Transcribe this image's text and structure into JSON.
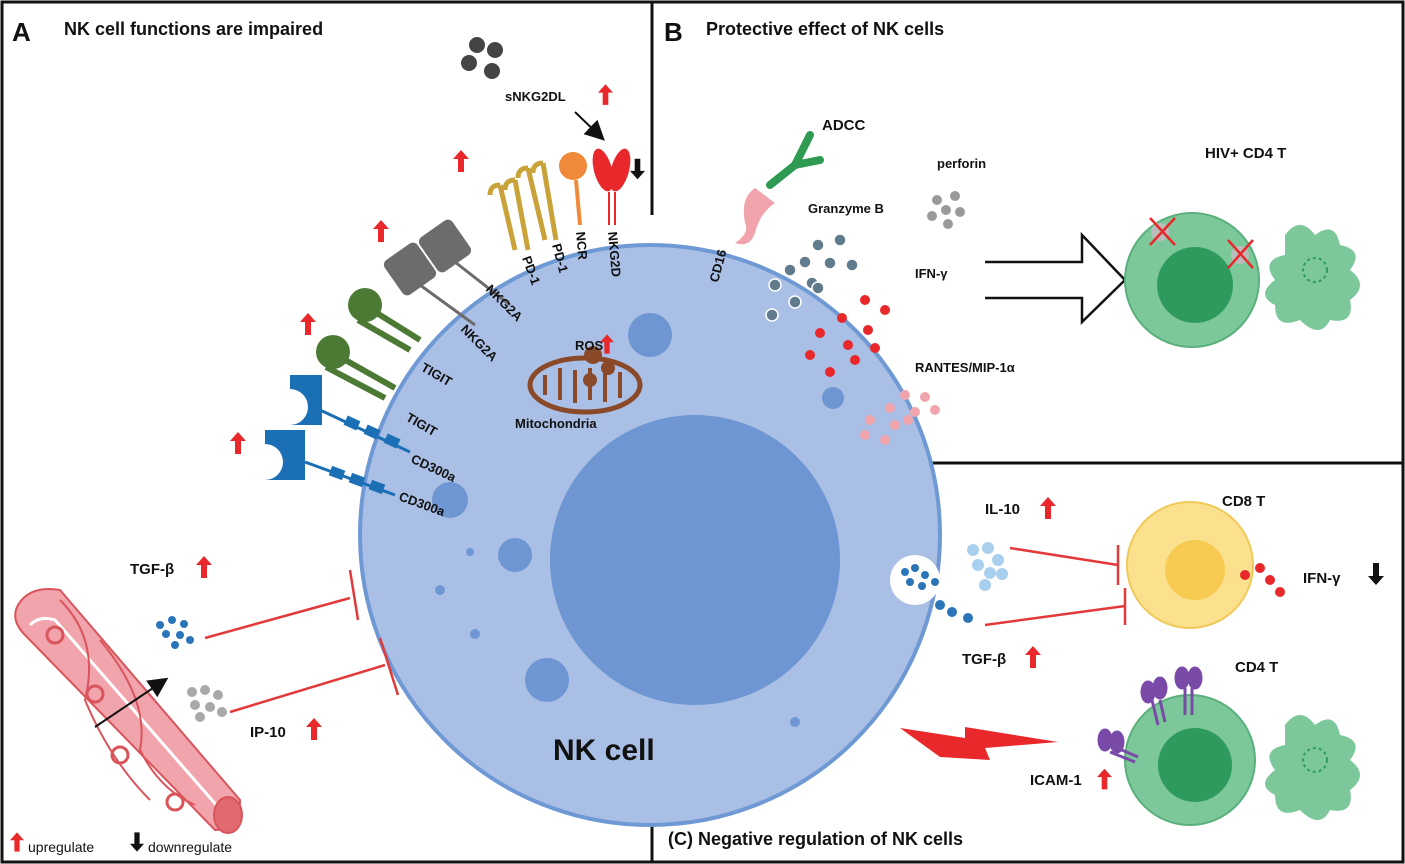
{
  "panels": {
    "a": {
      "letter": "A",
      "title": "NK cell functions are impaired"
    },
    "b": {
      "letter": "B",
      "title": "Protective effect of NK cells"
    },
    "c": {
      "title": "(C) Negative regulation of NK cells"
    }
  },
  "nk_cell": {
    "label": "NK cell",
    "mitochondria": "Mitochondria",
    "ros": "ROS"
  },
  "receptors": {
    "cd300a_1": "CD300a",
    "cd300a_2": "CD300a",
    "tigit_1": "TIGIT",
    "tigit_2": "TIGIT",
    "nkg2a_1": "NKG2A",
    "nkg2a_2": "NKG2A",
    "pd1_1": "PD-1",
    "pd1_2": "PD-1",
    "ncr": "NCR",
    "nkg2d": "NKG2D",
    "cd16": "CD16"
  },
  "soluble": {
    "snkg2dl": "sNKG2DL",
    "tgfb": "TGF-β",
    "ip10": "IP-10"
  },
  "panel_b": {
    "adcc": "ADCC",
    "perforin": "perforin",
    "granzyme": "Granzyme B",
    "ifng": "IFN-γ",
    "rantes": "RANTES/MIP-1α",
    "target": "HIV+  CD4 T"
  },
  "panel_c": {
    "il10": "IL-10",
    "tgfb": "TGF-β",
    "cd8": "CD8 T",
    "ifng": "IFN-γ",
    "cd4": "CD4 T",
    "icam1": "ICAM-1"
  },
  "legend": {
    "up": "upregulate",
    "down": "downregulate"
  },
  "colors": {
    "nk_fill": "#a9bfe5",
    "nk_stroke": "#6f99d4",
    "nucleus": "#6e96d2",
    "up_arrow": "#e8282b",
    "inhibit_line": "#e23a3a",
    "cd4_green": "#7cc89a",
    "cd8_yellow": "#fbe08e",
    "mito": "#8a4a2a"
  }
}
